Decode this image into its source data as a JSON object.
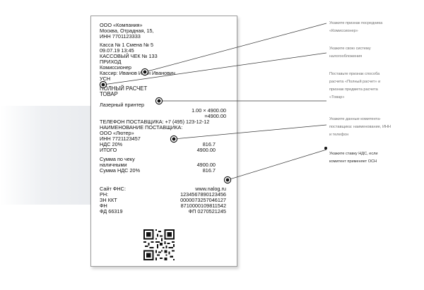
{
  "receipt": {
    "company": "ООО «Компания»",
    "address": "Москва, Отрадная, 15,",
    "inn": "ИНН 7701123333",
    "shift": "Касса № 1 Смена № 5",
    "datetime": "09.07.19 13:45",
    "check_no": "КАССОВЫЙ ЧЕК № 133",
    "operation": "ПРИХОД",
    "agent_sign": "Комиссионер",
    "cashier": "Кассир: Иванов Иван Иванович",
    "tax_system": "УСН",
    "payment_method": "ПОЛНЫЙ РАСЧЕТ",
    "subject_type": "ТОВАР",
    "item_name": "Лазерный принтер",
    "item_calc": "1.00 × 4900.00",
    "item_total": "=4900.00",
    "supplier_phone": "ТЕЛЕФОН ПОСТАВЩИКА: +7 (495) 123-12-12",
    "supplier_name_label": "НАИМЕНОВАНИЕ ПОСТАВЩИКА:",
    "supplier_name": "ООО «Лютер»",
    "supplier_inn": "ИНН 7721123457",
    "vat_label": "НДС 20%",
    "vat_value": "816.7",
    "total_label": "ИТОГО",
    "total_value": "4900.00",
    "sum_label": "Сумма по чеку",
    "cash_label": "наличными",
    "cash_value": "4900.00",
    "sum_vat_label": "Сумма НДС 20%",
    "sum_vat_value": "816.7",
    "fns_label": "Сайт ФНС:",
    "fns_value": "www.nalog.ru",
    "rn_label": "РН:",
    "rn_value": "1234567890123456",
    "zn_label": "ЗН ККТ",
    "zn_value": "0000073257046127",
    "fn_label": "ФН",
    "fn_value": "8710000109811542",
    "fd_label": "ФД 66319",
    "fp_value": "ФП 0270521245"
  },
  "notes": {
    "n1_l1": "Укажите признак посредника",
    "n1_l2": "«Комиссионер»",
    "n2_l1": "Укажите свою систему",
    "n2_l2": "налогообложения",
    "n3_l1": "Поставьте признак способа",
    "n3_l2": "расчета «Полный расчет» и",
    "n3_l3": "признак предмета расчета",
    "n3_l4": "«Товар»",
    "n4_l1": "Укажите данные комитента-",
    "n4_l2": "поставщика: наименование, ИНН",
    "n4_l3": "и телефон",
    "n5_l1": "Укажите ставку НДС, если",
    "n5_l2": "комитент применяет ОСН"
  },
  "colors": {
    "callout_line": "#3a3a3a",
    "note_text": "#6e6e6e",
    "note_text_dark": "#2a2a2a"
  }
}
